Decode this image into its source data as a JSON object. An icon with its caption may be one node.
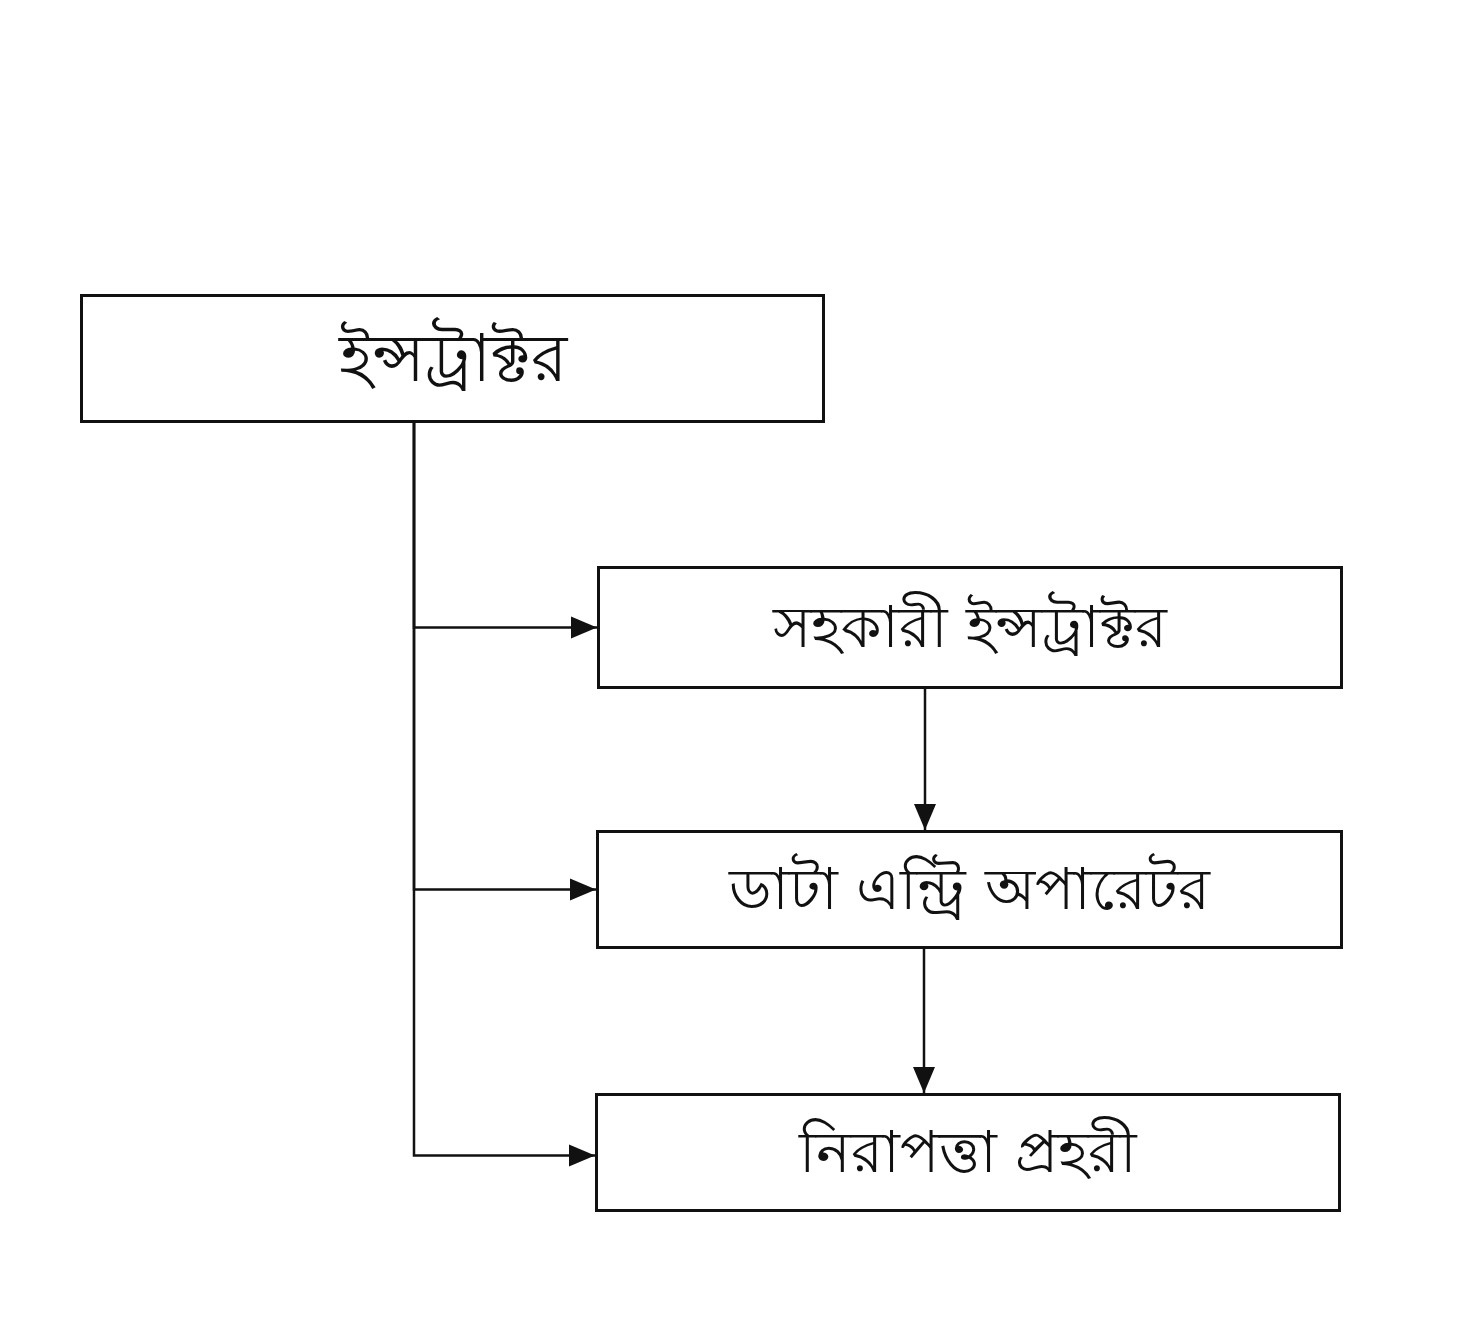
{
  "diagram": {
    "nodes": [
      {
        "text": [
          "ইন্সট্রাক্টর"
        ]
      },
      {
        "text": [
          "সহকারী ইন্সট্রাক্টর"
        ]
      },
      {
        "text": [
          "ডাটা এন্ট্রি অপারেটর"
        ]
      },
      {
        "text": [
          "নিরাপত্তা প্রহরী"
        ]
      }
    ],
    "edges": [
      {
        "from": 0,
        "to": 1,
        "arrow": "to"
      },
      {
        "from": 0,
        "to": 2,
        "arrow": "to"
      },
      {
        "from": 0,
        "to": 3,
        "arrow": "to"
      },
      {
        "from": 1,
        "to": 2,
        "arrow": "to"
      },
      {
        "from": 2,
        "to": 3,
        "arrow": "to"
      }
    ]
  }
}
